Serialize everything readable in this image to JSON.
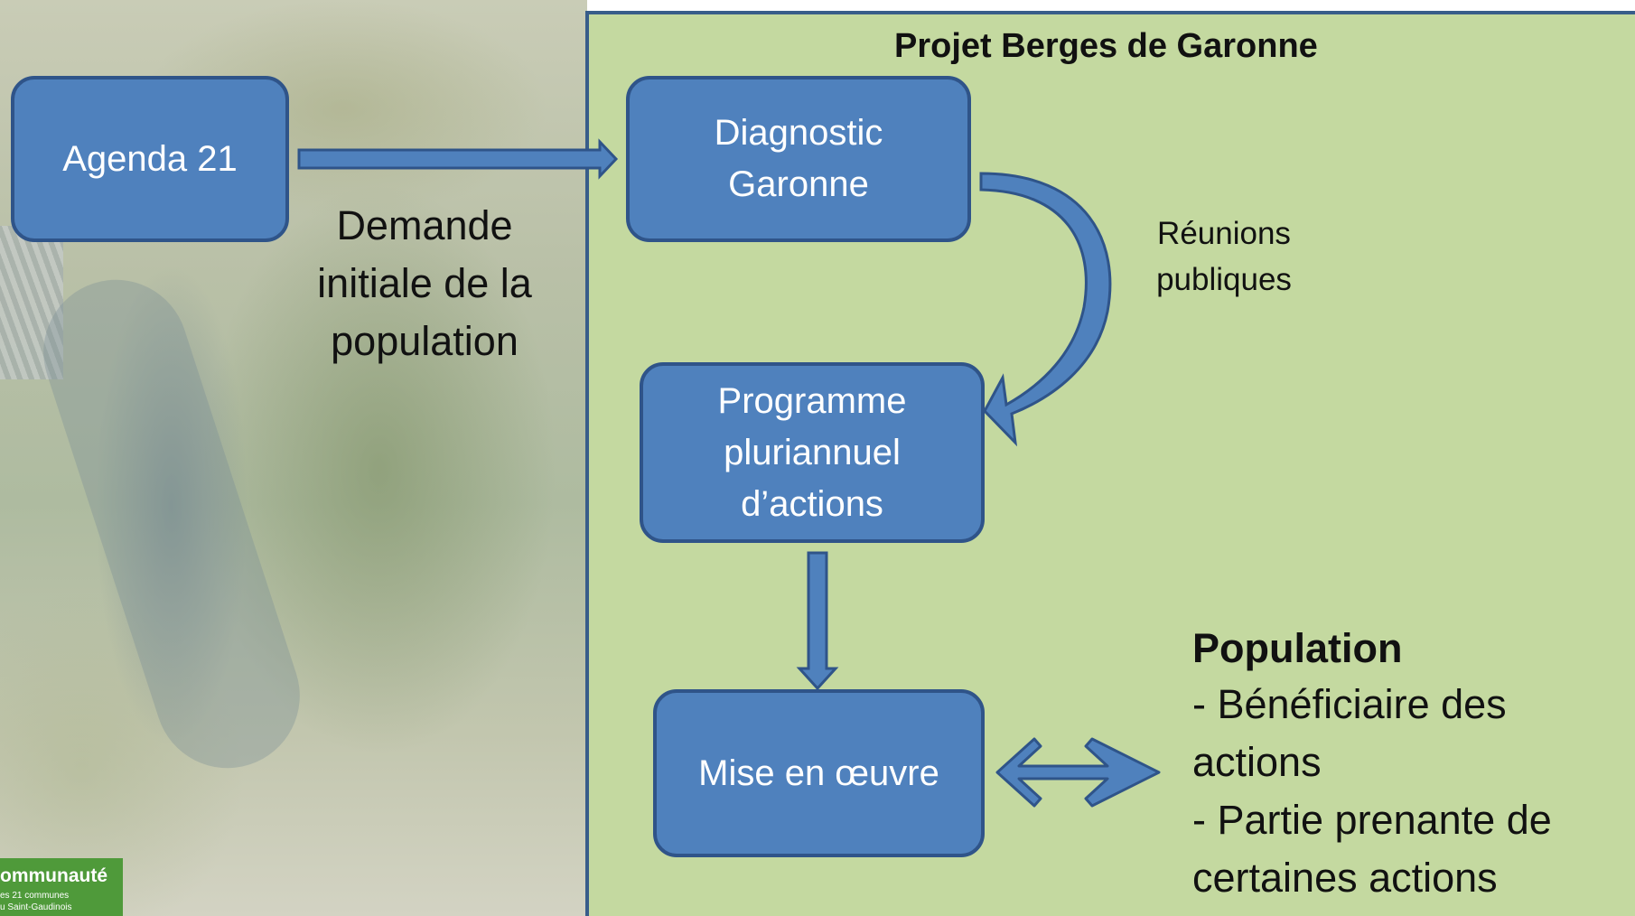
{
  "panel": {
    "title": "Projet Berges de Garonne"
  },
  "boxes": {
    "agenda": {
      "label": "Agenda 21"
    },
    "diagnostic": {
      "line1": "Diagnostic",
      "line2": "Garonne"
    },
    "programme": {
      "line1": "Programme",
      "line2": "pluriannuel",
      "line3": "d’actions"
    },
    "mise": {
      "label": "Mise en œuvre"
    }
  },
  "labels": {
    "demande": {
      "line1": "Demande",
      "line2": "initiale de la",
      "line3": "population"
    },
    "reunions": {
      "line1": "Réunions",
      "line2": "publiques"
    }
  },
  "population": {
    "title": "Population",
    "lines": [
      "- Bénéficiaire des",
      "actions",
      "- Partie prenante de",
      "certaines actions"
    ]
  },
  "logo": {
    "line1": "ommunauté",
    "line2": "es 21 communes",
    "line3": "u Saint-Gaudinois"
  },
  "colors": {
    "box_fill": "#4f81bd",
    "box_border": "#2f5489",
    "panel": "#c4d9a0",
    "arrow": "#4f81bd"
  }
}
